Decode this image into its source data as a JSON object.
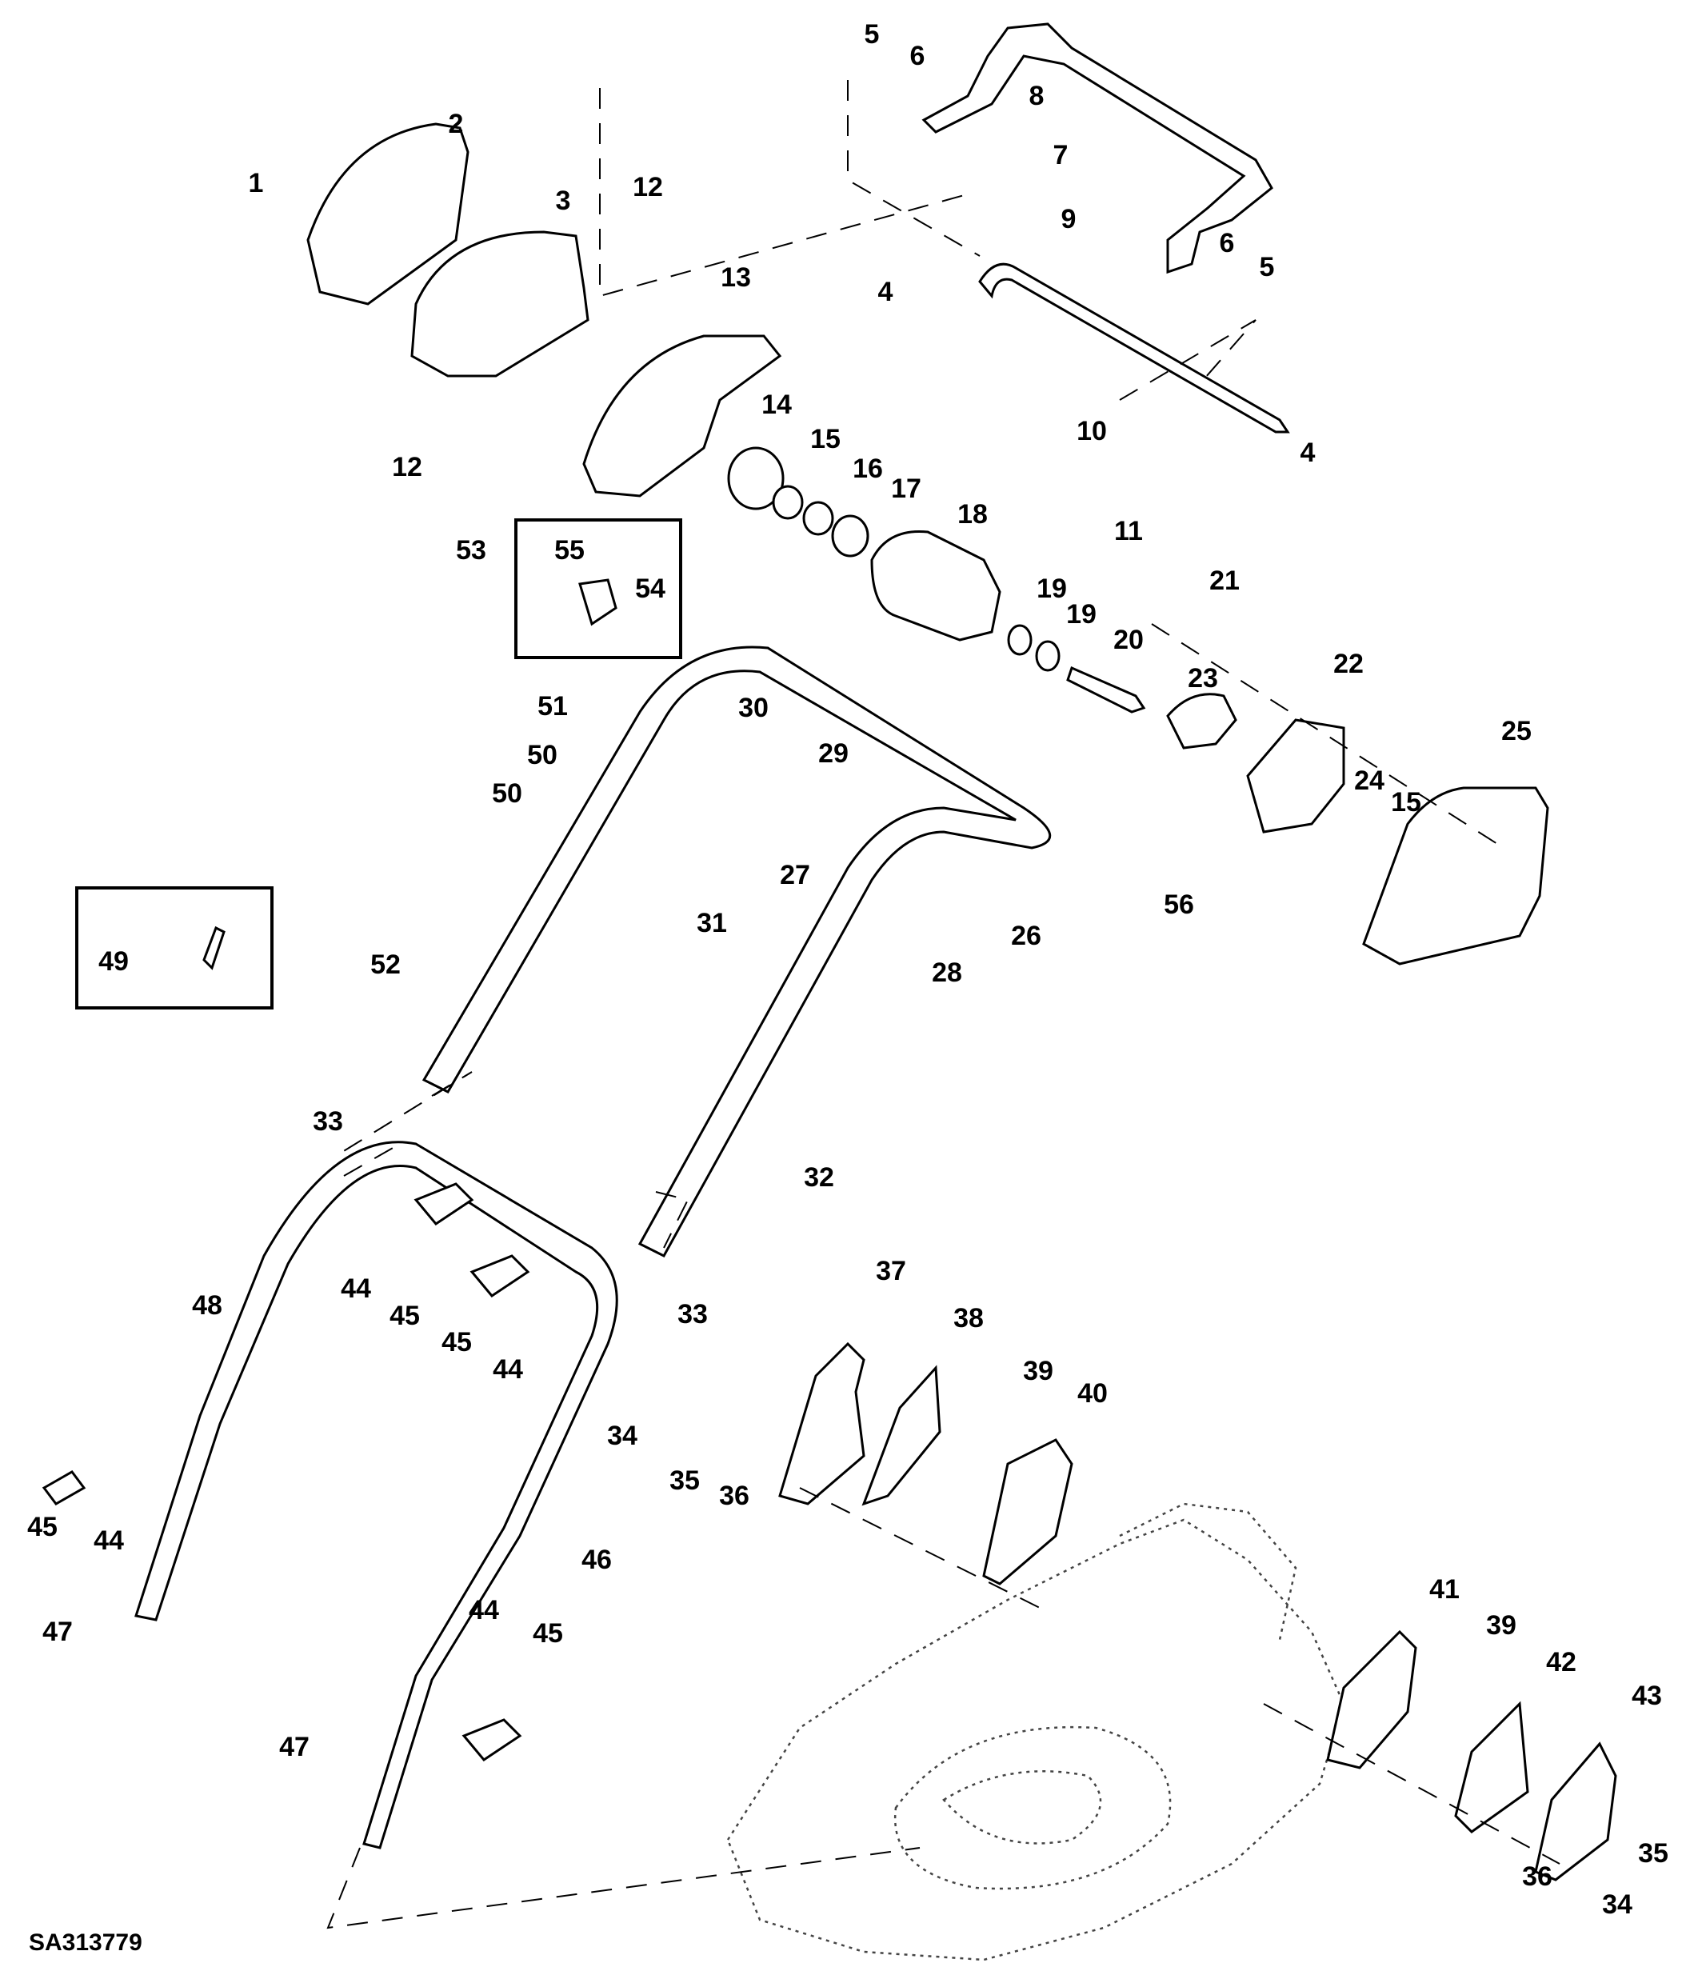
{
  "diagram": {
    "title": "Handle, grass bag frame and height-of-cut assembly exploded view",
    "reference_code": "SA313779",
    "callouts": [
      {
        "id": "c1",
        "label": "1"
      },
      {
        "id": "c2",
        "label": "2"
      },
      {
        "id": "c3",
        "label": "3"
      },
      {
        "id": "c4a",
        "label": "4"
      },
      {
        "id": "c4b",
        "label": "4"
      },
      {
        "id": "c5a",
        "label": "5"
      },
      {
        "id": "c5b",
        "label": "5"
      },
      {
        "id": "c6a",
        "label": "6"
      },
      {
        "id": "c6b",
        "label": "6"
      },
      {
        "id": "c7",
        "label": "7"
      },
      {
        "id": "c8",
        "label": "8"
      },
      {
        "id": "c9",
        "label": "9"
      },
      {
        "id": "c10",
        "label": "10"
      },
      {
        "id": "c11",
        "label": "11"
      },
      {
        "id": "c12a",
        "label": "12"
      },
      {
        "id": "c12b",
        "label": "12"
      },
      {
        "id": "c13",
        "label": "13"
      },
      {
        "id": "c14",
        "label": "14"
      },
      {
        "id": "c15a",
        "label": "15"
      },
      {
        "id": "c15b",
        "label": "15"
      },
      {
        "id": "c16",
        "label": "16"
      },
      {
        "id": "c17",
        "label": "17"
      },
      {
        "id": "c18",
        "label": "18"
      },
      {
        "id": "c19a",
        "label": "19"
      },
      {
        "id": "c19b",
        "label": "19"
      },
      {
        "id": "c20",
        "label": "20"
      },
      {
        "id": "c21",
        "label": "21"
      },
      {
        "id": "c22",
        "label": "22"
      },
      {
        "id": "c23",
        "label": "23"
      },
      {
        "id": "c24",
        "label": "24"
      },
      {
        "id": "c25",
        "label": "25"
      },
      {
        "id": "c26",
        "label": "26"
      },
      {
        "id": "c27",
        "label": "27"
      },
      {
        "id": "c28",
        "label": "28"
      },
      {
        "id": "c29",
        "label": "29"
      },
      {
        "id": "c30",
        "label": "30"
      },
      {
        "id": "c31",
        "label": "31"
      },
      {
        "id": "c32",
        "label": "32"
      },
      {
        "id": "c33a",
        "label": "33"
      },
      {
        "id": "c33b",
        "label": "33"
      },
      {
        "id": "c34a",
        "label": "34"
      },
      {
        "id": "c34b",
        "label": "34"
      },
      {
        "id": "c35a",
        "label": "35"
      },
      {
        "id": "c35b",
        "label": "35"
      },
      {
        "id": "c36a",
        "label": "36"
      },
      {
        "id": "c36b",
        "label": "36"
      },
      {
        "id": "c37",
        "label": "37"
      },
      {
        "id": "c38",
        "label": "38"
      },
      {
        "id": "c39a",
        "label": "39"
      },
      {
        "id": "c39b",
        "label": "39"
      },
      {
        "id": "c40",
        "label": "40"
      },
      {
        "id": "c41",
        "label": "41"
      },
      {
        "id": "c42",
        "label": "42"
      },
      {
        "id": "c43",
        "label": "43"
      },
      {
        "id": "c44a",
        "label": "44"
      },
      {
        "id": "c44b",
        "label": "44"
      },
      {
        "id": "c44c",
        "label": "44"
      },
      {
        "id": "c44d",
        "label": "44"
      },
      {
        "id": "c45a",
        "label": "45"
      },
      {
        "id": "c45b",
        "label": "45"
      },
      {
        "id": "c45c",
        "label": "45"
      },
      {
        "id": "c45d",
        "label": "45"
      },
      {
        "id": "c46",
        "label": "46"
      },
      {
        "id": "c47a",
        "label": "47"
      },
      {
        "id": "c47b",
        "label": "47"
      },
      {
        "id": "c48",
        "label": "48"
      },
      {
        "id": "c49",
        "label": "49"
      },
      {
        "id": "c50a",
        "label": "50"
      },
      {
        "id": "c50b",
        "label": "50"
      },
      {
        "id": "c51",
        "label": "51"
      },
      {
        "id": "c52",
        "label": "52"
      },
      {
        "id": "c53",
        "label": "53"
      },
      {
        "id": "c54",
        "label": "54"
      },
      {
        "id": "c55",
        "label": "55"
      },
      {
        "id": "c56",
        "label": "56"
      }
    ]
  }
}
